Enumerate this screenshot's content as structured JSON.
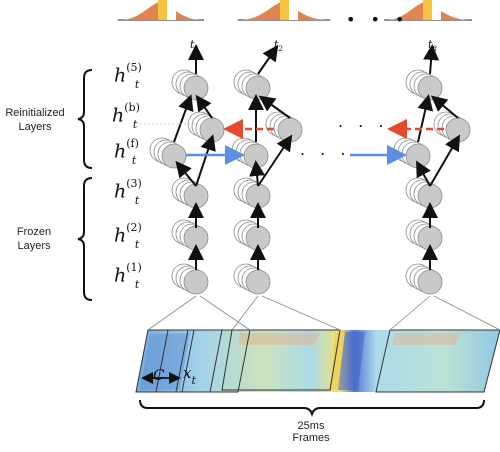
{
  "side_labels": {
    "reinit_line1": "Reinitialized",
    "reinit_line2": "Layers",
    "frozen_line1": "Frozen",
    "frozen_line2": "Layers"
  },
  "hidden_labels": [
    {
      "base": "h",
      "sub": "t",
      "sup": "(5)"
    },
    {
      "base": "h",
      "sub": "t",
      "sup": "(b)"
    },
    {
      "base": "h",
      "sub": "t",
      "sup": "(f)"
    },
    {
      "base": "h",
      "sub": "t",
      "sup": "(3)"
    },
    {
      "base": "h",
      "sub": "t",
      "sup": "(2)"
    },
    {
      "base": "h",
      "sub": "t",
      "sup": "(1)"
    }
  ],
  "output_labels": [
    {
      "base": "t",
      "sub": "1"
    },
    {
      "base": "t",
      "sub": "2"
    },
    {
      "base": "t",
      "sub": "8"
    }
  ],
  "ellipsis": "• • •",
  "ellipsis_middle": ". . .",
  "spectrogram_labels": {
    "context": "C",
    "frame": "x",
    "frame_sub": "t"
  },
  "bottom_caption": {
    "line1": "25ms",
    "line2": "Frames"
  },
  "colors": {
    "node_fill": "#c9c9c9",
    "node_stroke": "#8a8a8a",
    "forward_arrow": "#5b8ee6",
    "backward_arrow": "#e64a2e",
    "distribution_fill": "#e08552",
    "highlight_band": "#f5c542"
  }
}
